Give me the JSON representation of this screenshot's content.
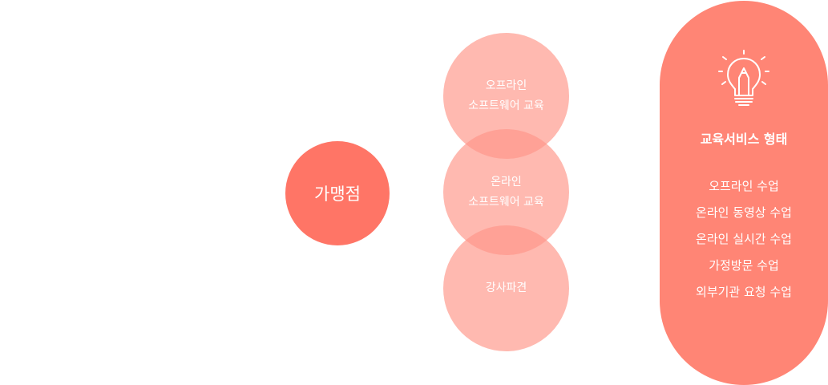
{
  "colors": {
    "center": "#ff7566",
    "ring": "#ffb9b0",
    "ring_overlap": "#ffa196",
    "pill": "#ff8575"
  },
  "center": {
    "label": "가맹점"
  },
  "rings": [
    {
      "line1": "오프라인",
      "line2": "소프트웨어 교육"
    },
    {
      "line1": "온라인",
      "line2": "소프트웨어 교육"
    },
    {
      "line1": "강사파견",
      "line2": ""
    }
  ],
  "panel": {
    "icon": "lightbulb-icon",
    "title": "교육서비스 형태",
    "items": [
      "오프라인 수업",
      "온라인 동영상 수업",
      "온라인 실시간 수업",
      "가정방문 수업",
      "외부기관 요청 수업"
    ]
  }
}
